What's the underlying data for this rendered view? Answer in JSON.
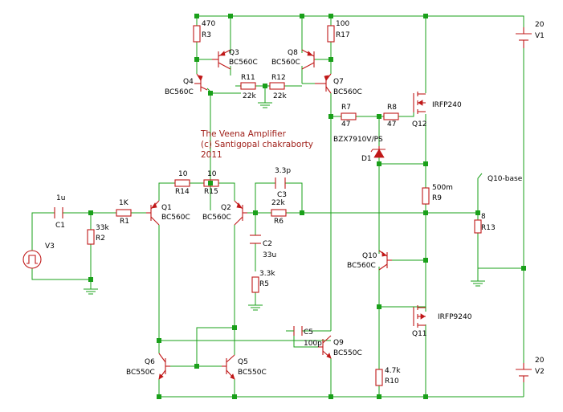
{
  "title": {
    "line1": "The Veena Amplifier",
    "line2": "(c) Santigopal chakraborty",
    "line3": "2011"
  },
  "colors": {
    "wire": "#1aa01a",
    "component": "#c01818",
    "title": "#a0201a",
    "label": "#000000",
    "background": "#ffffff"
  },
  "components": {
    "R1": {
      "ref": "R1",
      "value": "1K"
    },
    "R2": {
      "ref": "R2",
      "value": "33k"
    },
    "R3": {
      "ref": "R3",
      "value": "470"
    },
    "R5": {
      "ref": "R5",
      "value": "3.3k"
    },
    "R6": {
      "ref": "R6",
      "value": "22k"
    },
    "R7": {
      "ref": "R7",
      "value": "47"
    },
    "R8": {
      "ref": "R8",
      "value": "47"
    },
    "R9": {
      "ref": "R9",
      "value": "500m"
    },
    "R10": {
      "ref": "R10",
      "value": "4.7k"
    },
    "R11": {
      "ref": "R11",
      "value": "22k"
    },
    "R12": {
      "ref": "R12",
      "value": "22k"
    },
    "R13": {
      "ref": "R13",
      "value": "8"
    },
    "R14": {
      "ref": "R14",
      "value": "10"
    },
    "R15": {
      "ref": "R15",
      "value": "10"
    },
    "R17": {
      "ref": "R17",
      "value": "100"
    },
    "C1": {
      "ref": "C1",
      "value": "1u"
    },
    "C2": {
      "ref": "C2",
      "value": "33u"
    },
    "C3": {
      "ref": "C3",
      "value": "3.3p"
    },
    "C5": {
      "ref": "C5",
      "value": "100p"
    },
    "Q1": {
      "ref": "Q1",
      "value": "BC560C"
    },
    "Q2": {
      "ref": "Q2",
      "value": "BC560C"
    },
    "Q3": {
      "ref": "Q3",
      "value": "BC560C"
    },
    "Q4": {
      "ref": "Q4",
      "value": "BC560C"
    },
    "Q5": {
      "ref": "Q5",
      "value": "BC550C"
    },
    "Q6": {
      "ref": "Q6",
      "value": "BC550C"
    },
    "Q7": {
      "ref": "Q7",
      "value": "BC560C"
    },
    "Q8": {
      "ref": "Q8",
      "value": "BC560C"
    },
    "Q9": {
      "ref": "Q9",
      "value": "BC550C"
    },
    "Q10": {
      "ref": "Q10",
      "value": "BC560C"
    },
    "Q11": {
      "ref": "Q11",
      "value": "IRFP9240"
    },
    "Q12": {
      "ref": "Q12",
      "value": "IRFP240"
    },
    "D1": {
      "ref": "D1",
      "value": "BZX7910V/PS"
    },
    "V1": {
      "ref": "V1",
      "value": "20"
    },
    "V2": {
      "ref": "V2",
      "value": "20"
    },
    "V3": {
      "ref": "V3"
    }
  },
  "net_labels": {
    "q10_base": "Q10-base"
  },
  "connections": [
    [
      "V3",
      "C1"
    ],
    [
      "C1",
      "R1"
    ],
    [
      "R2",
      "GND"
    ],
    [
      "R1",
      "Q1.base"
    ],
    [
      "Q1.emitter",
      "R14"
    ],
    [
      "R14",
      "R15"
    ],
    [
      "R15",
      "Q2.emitter"
    ],
    [
      "Q2.base",
      "R6"
    ],
    [
      "R6",
      "R9"
    ],
    [
      "C3",
      "R6"
    ],
    [
      "Q2.base",
      "C2"
    ],
    [
      "C2",
      "R5"
    ],
    [
      "R5",
      "GND"
    ],
    [
      "R3",
      "Q3.emitter"
    ],
    [
      "R17",
      "Q8.emitter"
    ],
    [
      "Q4.collector",
      "R11"
    ],
    [
      "R11",
      "R12"
    ],
    [
      "R12",
      "Q7.collector"
    ],
    [
      "Q7",
      "R7"
    ],
    [
      "R7",
      "R8"
    ],
    [
      "R8",
      "Q12.gate"
    ],
    [
      "D1",
      "R8"
    ],
    [
      "Q12.source",
      "R9"
    ],
    [
      "R9",
      "Q11.source"
    ],
    [
      "R9",
      "R13"
    ],
    [
      "R13",
      "GND"
    ],
    [
      "Q10.collector",
      "Q11.gate"
    ],
    [
      "R10",
      "Q11.gate"
    ],
    [
      "Q6.collector",
      "Q1.collector"
    ],
    [
      "Q5.collector",
      "Q2.collector"
    ],
    [
      "C5",
      "Q9.base"
    ],
    [
      "V1",
      "+20"
    ],
    [
      "V2",
      "-20"
    ]
  ]
}
